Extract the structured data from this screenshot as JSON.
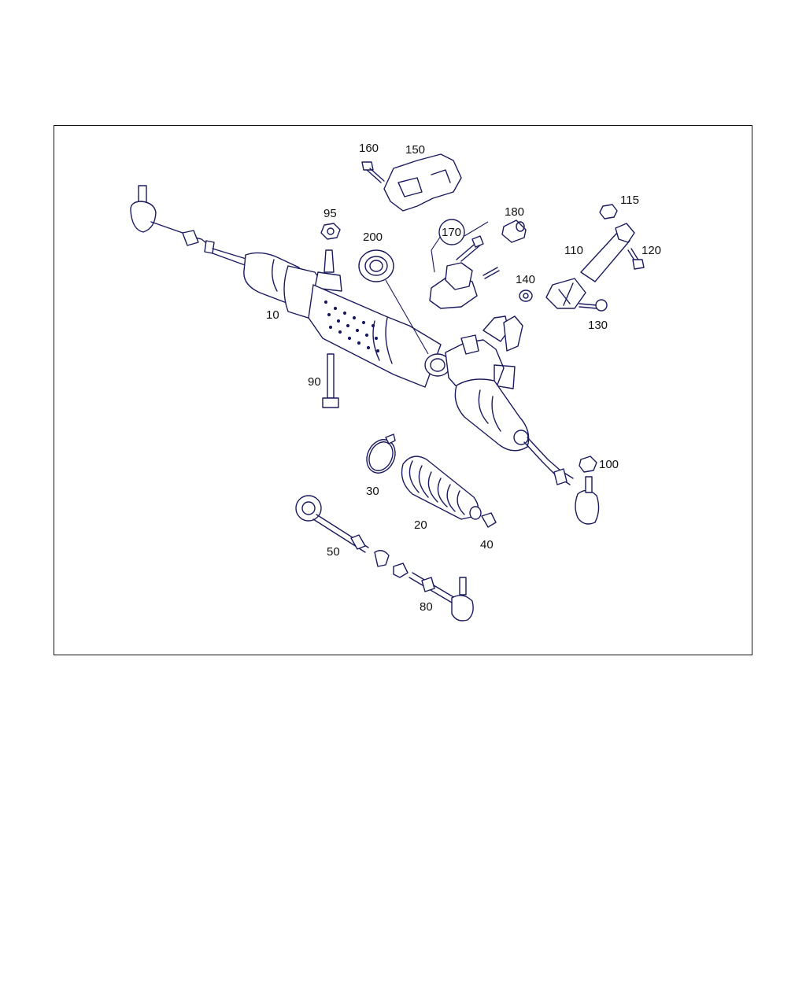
{
  "callouts": {
    "p10": "10",
    "p20": "20",
    "p30": "30",
    "p40": "40",
    "p50": "50",
    "p80": "80",
    "p90": "90",
    "p95": "95",
    "p100": "100",
    "p110": "110",
    "p115": "115",
    "p120": "120",
    "p130": "130",
    "p140": "140",
    "p150": "150",
    "p160": "160",
    "p170": "170",
    "p180": "180",
    "p200": "200"
  },
  "colors": {
    "line": "#1a1a5e",
    "frame": "#111111",
    "background": "#ffffff"
  }
}
